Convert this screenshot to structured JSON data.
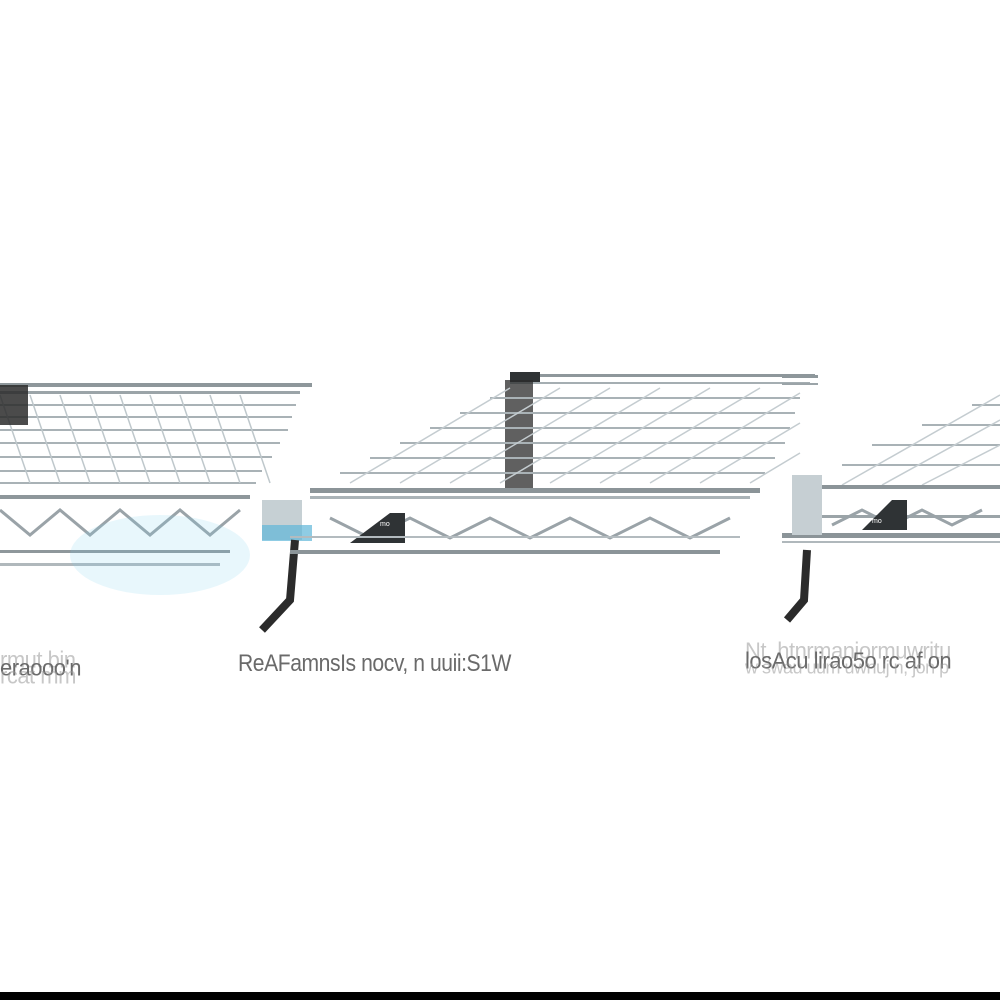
{
  "image": {
    "description": "Glitched composite product photo of chrome wire shelving units with overlapping garbled captions",
    "background": "#ffffff",
    "wire_color": "#9aa3a8",
    "wire_highlight": "#d9e4ea",
    "accent_blue": "#7fd3f0",
    "post_color": "#2b2b2b"
  },
  "shelves": [
    {
      "id": "left",
      "label_badge": ""
    },
    {
      "id": "center",
      "label_badge": "mo"
    },
    {
      "id": "right",
      "label_badge": "mo"
    }
  ],
  "captions": {
    "left": {
      "line1": "rmut bin",
      "line2": "eraooo'n",
      "line3": "rcat mm"
    },
    "center": {
      "line1": "ReAFamnsIs nocv, n uuii:S1W",
      "line2": ""
    },
    "right": {
      "line1": "Nt, htnrmaniormuwritu",
      "line2": "losAcu lirao5o rc af on",
      "line3": "w swau uum uwnuj n, jon p"
    }
  },
  "bottom_bar": {
    "color": "#000000"
  }
}
